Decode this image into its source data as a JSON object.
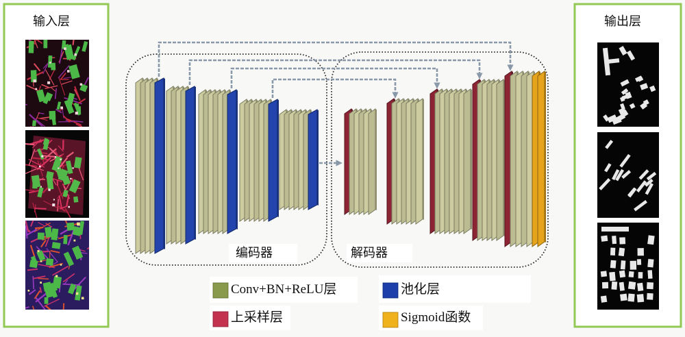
{
  "input_panel": {
    "label": "输入层"
  },
  "output_panel": {
    "label": "输出层"
  },
  "encoder": {
    "label": "编码器"
  },
  "decoder": {
    "label": "解码器"
  },
  "legend": [
    {
      "key": "conv",
      "label": "Conv+BN+ReLU层",
      "color": "#8a9a4c"
    },
    {
      "key": "pool",
      "label": "池化层",
      "color": "#1c3faa"
    },
    {
      "key": "upsample",
      "label": "上采样层",
      "color": "#c3324f"
    },
    {
      "key": "sigmoid",
      "label": "Sigmoid函数",
      "color": "#f0b21c"
    }
  ],
  "layer_colors": {
    "conv": "#cccca0",
    "pool": "#2244ac",
    "upsample": "#8c2434",
    "sigmoid": "#e6a41c",
    "skip_connection": "#8a99a9",
    "panel_border": "#92c955"
  }
}
